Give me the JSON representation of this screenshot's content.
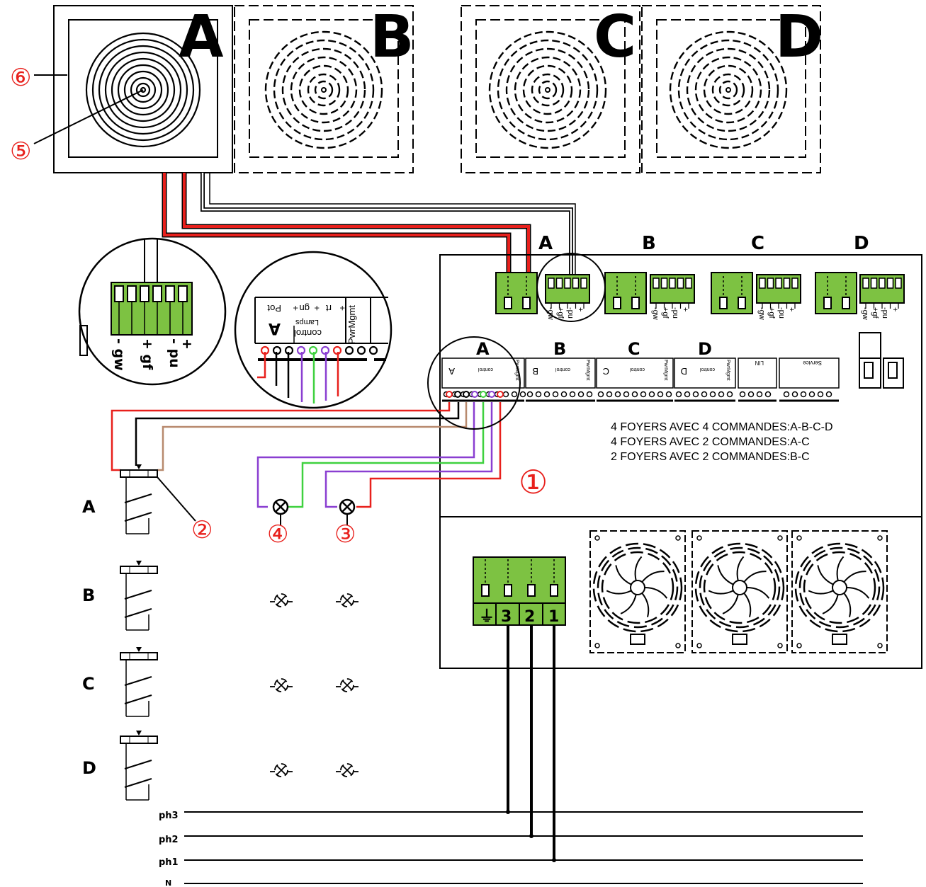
{
  "zones": [
    "A",
    "B",
    "C",
    "D"
  ],
  "terminal_labels": [
    "- gw",
    "+ gf",
    "- pu",
    "+"
  ],
  "terminal_row": [
    "-gw",
    "+gf",
    "-pu",
    "+"
  ],
  "control_labels": {
    "section": "A",
    "control": "control",
    "lamps": "Lamps",
    "pwrmgmt": "PwrMgmt",
    "pot": "Pot",
    "plus": "+",
    "gn": "gn",
    "rt": "rt",
    "lin": "LIN",
    "service": "Service"
  },
  "notes": [
    "4 FOYERS AVEC 4 COMMANDES:A-B-C-D",
    "4 FOYERS AVEC 2 COMMANDES:A-C",
    "2 FOYERS AVEC 2 COMMANDES:B-C"
  ],
  "callouts": [
    "①",
    "②",
    "③",
    "④",
    "⑤",
    "⑥"
  ],
  "phase_labels": [
    "ph3",
    "ph2",
    "ph1",
    "N"
  ],
  "power_terminal": [
    "⏚",
    "3",
    "2",
    "1"
  ],
  "colors": {
    "red": "#e8201c",
    "green_block": "#7dc242",
    "purple": "#8a3fd1",
    "green_wire": "#3fd13f",
    "brown": "#b88a6e"
  }
}
